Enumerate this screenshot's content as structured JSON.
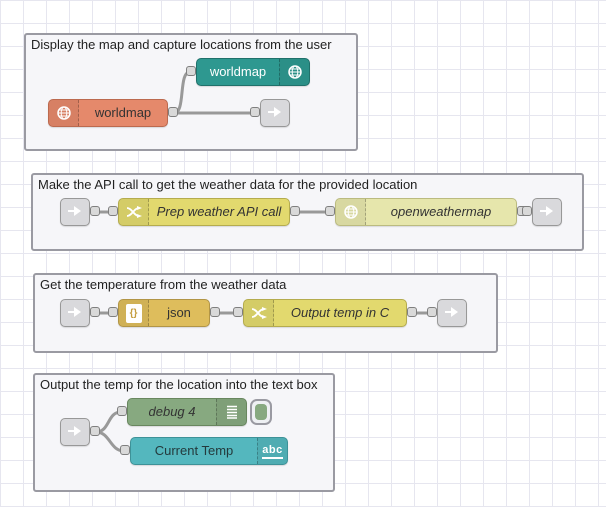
{
  "app": {
    "name": "Node-RED flow editor canvas"
  },
  "canvas": {
    "wire_color": "#999999",
    "grid_color": "#e6e6ef",
    "background": "#ffffff"
  },
  "groups": {
    "map": {
      "title": "Display the map and capture locations from the user"
    },
    "api": {
      "title": "Make the API call to get the weather data for the provided location"
    },
    "temp": {
      "title": "Get the temperature from the weather data"
    },
    "output": {
      "title": "Output the temp for the location into the text box"
    }
  },
  "nodes": {
    "worldmap_out": {
      "label": "worldmap",
      "color": "#2E9890",
      "icon": "globe-icon"
    },
    "worldmap_in": {
      "label": "worldmap",
      "color": "#E5896B",
      "icon": "globe-icon"
    },
    "prep_weather": {
      "label": "Prep weather API call",
      "color": "#E2D96E",
      "icon": "shuffle-icon"
    },
    "openweathermap": {
      "label": "openweathermap",
      "color": "#E6E6AC",
      "icon": "globe-icon"
    },
    "json": {
      "label": "json",
      "color": "#DEBD5C",
      "icon": "json-page-icon",
      "icon_text": "{}"
    },
    "output_temp": {
      "label": "Output temp in C",
      "color": "#E2D96E",
      "icon": "shuffle-icon"
    },
    "debug": {
      "label": "debug 4",
      "color": "#87A980",
      "icon": "debug-list-icon"
    },
    "current_temp": {
      "label": "Current Temp",
      "color": "#54B7BE",
      "badge": "abc"
    },
    "link": {
      "color": "#d9d9dc",
      "icon": "link-arrow-icon"
    }
  }
}
